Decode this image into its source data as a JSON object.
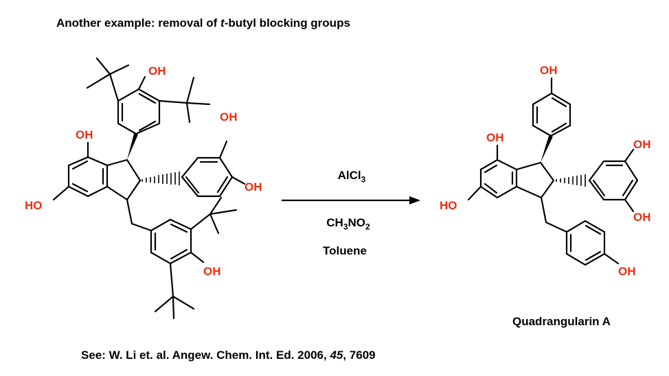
{
  "title": {
    "prefix": "Another example: removal of ",
    "italic": "t",
    "suffix": "-butyl blocking groups"
  },
  "reagents": {
    "above_arrow_base": "AlCl",
    "above_arrow_sub": "3",
    "below_arrow_1": {
      "p1": "CH",
      "s1": "3",
      "p2": "NO",
      "s2": "2"
    },
    "below_arrow_2": "Toluene"
  },
  "product_name": "Quadrangularin A",
  "reference": {
    "prefix": "See: W. Li et. al. Angew. Chem. Int. Ed. 2006, ",
    "volume": "45",
    "suffix": ", 7609"
  },
  "labels": {
    "oh": "OH",
    "ho": "HO"
  },
  "colors": {
    "heteroatom": "#ee2c10",
    "bond": "#000000"
  }
}
